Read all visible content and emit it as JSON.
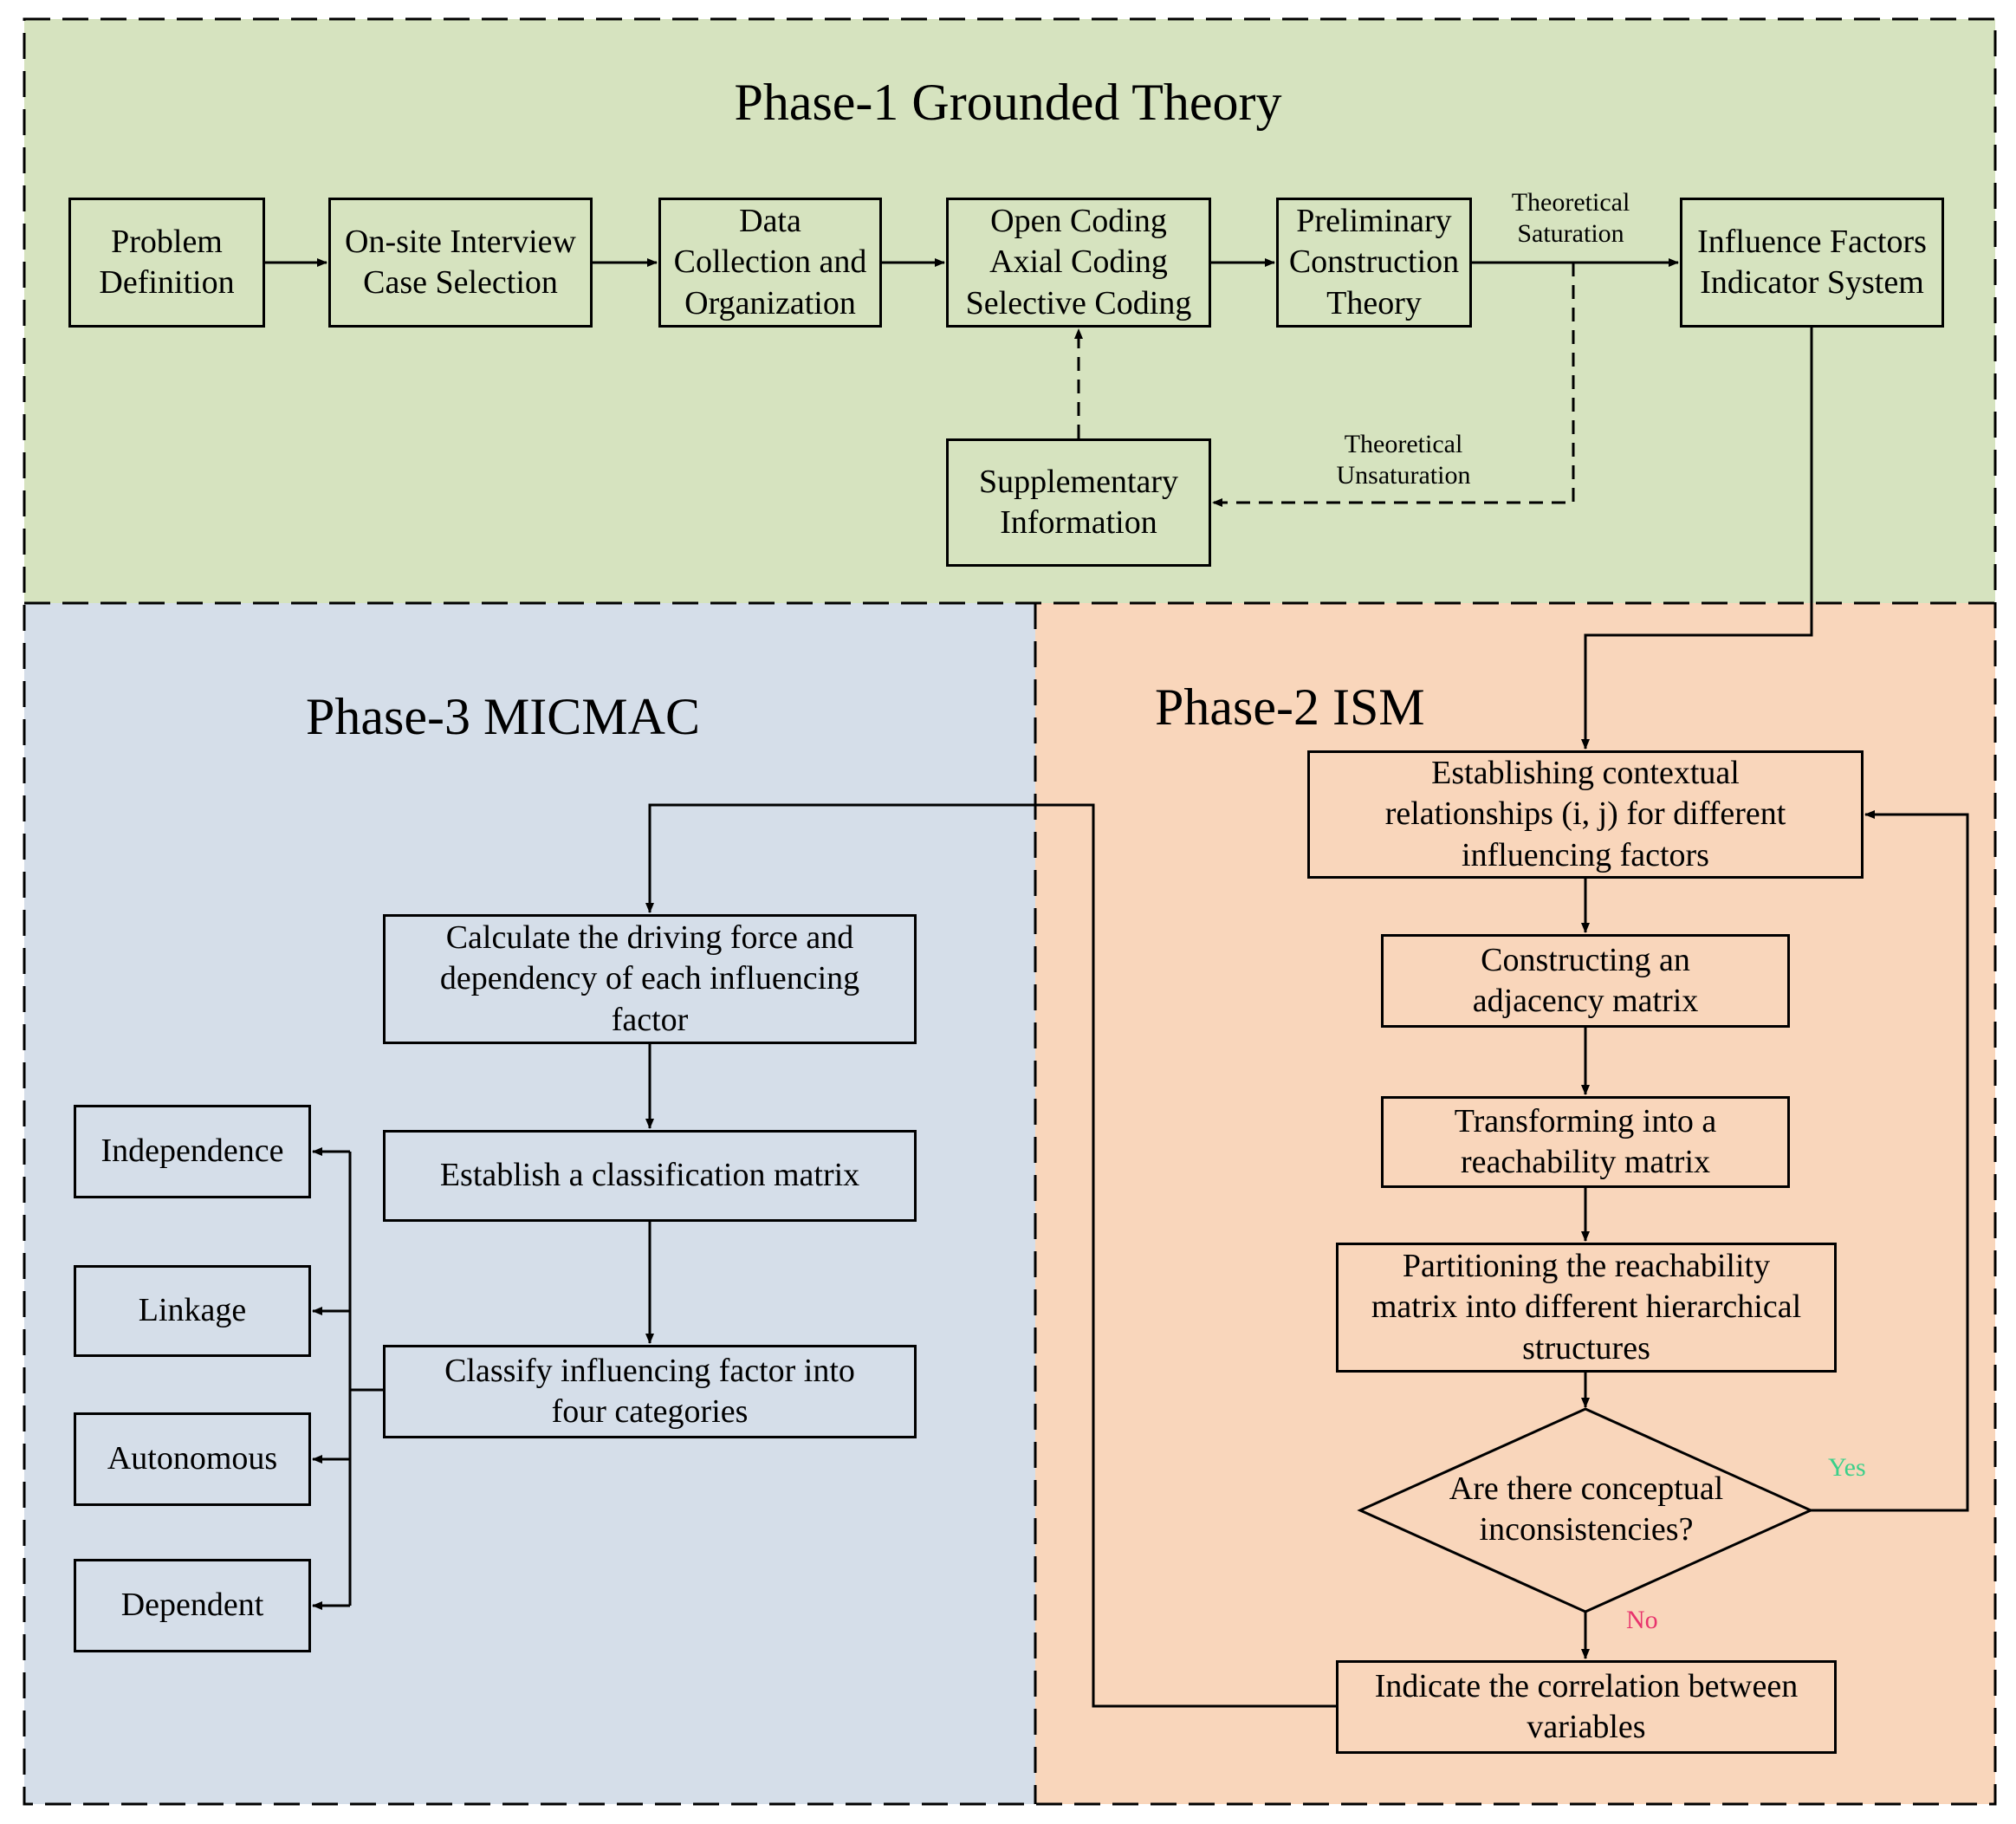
{
  "phases": {
    "phase1_title": "Phase-1 Grounded Theory",
    "phase2_title": "Phase-2 ISM",
    "phase3_title": "Phase-3 MICMAC"
  },
  "phase1": {
    "problem_definition": "Problem\nDefinition",
    "onsite_interview": "On-site Interview\nCase Selection",
    "data_collection": "Data\nCollection and\nOrganization",
    "coding": "Open Coding\nAxial Coding\nSelective Coding",
    "preliminary_construction": "Preliminary\nConstruction\nTheory",
    "influence_factors": "Influence Factors\nIndicator System",
    "supplementary_information": "Supplementary\nInformation",
    "label_saturation": "Theoretical\nSaturation",
    "label_unsaturation": "Theoretical\nUnsaturation"
  },
  "phase2": {
    "contextual_relationships": "Establishing contextual\nrelationships (i, j) for different\ninfluencing factors",
    "adjacency_matrix": "Constructing an\nadjacency matrix",
    "reachability_matrix": "Transforming into a\nreachability matrix",
    "partitioning": "Partitioning the reachability\nmatrix into different hierarchical\nstructures",
    "decision": "Are there conceptual\ninconsistencies?",
    "label_yes": "Yes",
    "label_no": "No",
    "correlation": "Indicate the correlation between\nvariables"
  },
  "phase3": {
    "driving_force": "Calculate the driving force and\ndependency of each influencing\nfactor",
    "classification_matrix": "Establish a classification matrix",
    "classify": "Classify influencing factor into\nfour categories",
    "independence": "Independence",
    "linkage": "Linkage",
    "autonomous": "Autonomous",
    "dependent": "Dependent"
  },
  "colors": {
    "phase1_bg": "#d6e3bf",
    "phase2_bg": "#f9d6bb",
    "phase3_bg": "#d5dee9",
    "yes_label": "#3bd08a",
    "no_label": "#e8336d"
  }
}
